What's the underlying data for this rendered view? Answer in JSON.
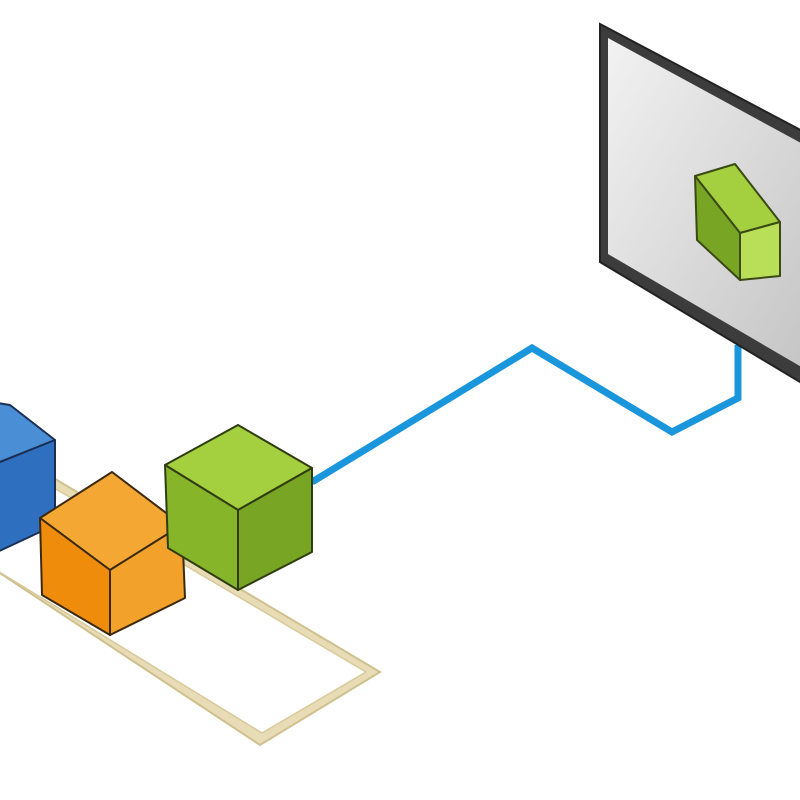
{
  "diagram": {
    "background": "#ffffff",
    "colors": {
      "blue_front": "#2f6fbf",
      "blue_top": "#4a8fd6",
      "blue_side": "#215a9e",
      "orange_front": "#ef8c0c",
      "orange_top": "#f4a733",
      "orange_side": "#f0a52c",
      "green_front": "#86b52a",
      "green_top": "#a4cf3f",
      "green_side": "#78a524",
      "cable": "#1a96dc",
      "tray_border": "#e2d6b0",
      "tray_fill": "#ffffff",
      "monitor_bezel": "#3a3a3a",
      "monitor_screen_light": "#eeeeee",
      "monitor_screen_dark": "#c9c9c9"
    },
    "elements": {
      "tray": "tray",
      "blue_cube": "blue-cube",
      "orange_cube": "orange-cube",
      "green_cube": "green-cube",
      "cable": "network-cable",
      "monitor": "monitor",
      "screen_object": "screen-green-box"
    }
  }
}
